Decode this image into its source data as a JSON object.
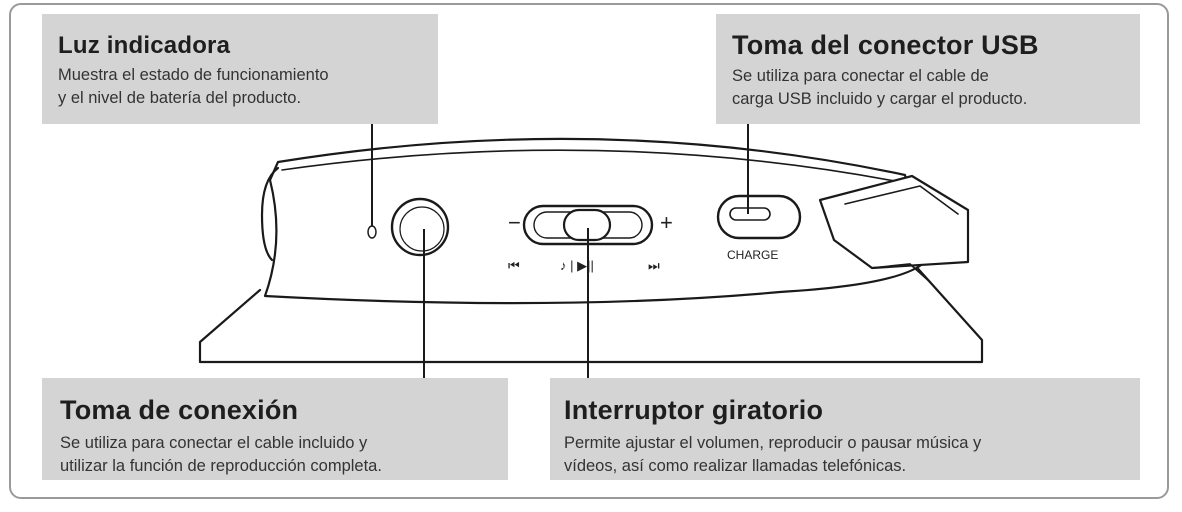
{
  "callouts": {
    "led": {
      "title": "Luz indicadora",
      "line1": "Muestra el estado de funcionamiento",
      "line2": "y el nivel de batería del producto."
    },
    "usb": {
      "title": "Toma del conector USB",
      "line1": "Se utiliza para conectar el cable de",
      "line2": "carga USB incluido y cargar el producto."
    },
    "jack": {
      "title": "Toma de conexión",
      "line1": "Se utiliza para conectar el cable incluido y",
      "line2": "utilizar la función de reproducción completa."
    },
    "switch": {
      "title": "Interruptor giratorio",
      "line1": "Permite ajustar el volumen, reproducir o pausar música y",
      "line2": "vídeos, así como realizar llamadas telefónicas."
    }
  },
  "device_labels": {
    "minus": "−",
    "plus": "+",
    "prev": "⏮",
    "call_play": "♪ | ▶||",
    "next": "⏭",
    "charge": "CHARGE"
  },
  "colors": {
    "callout_bg": "#d4d4d4",
    "frame_border": "#9a9a9a",
    "line": "#222222"
  }
}
